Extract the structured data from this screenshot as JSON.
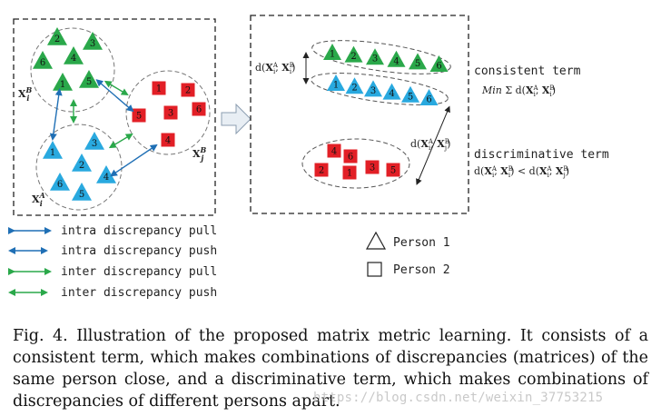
{
  "colors": {
    "triangle": "#29a9df",
    "triangle_green": "#2aa84a",
    "square": "#e21f26",
    "push_blue": "#1f6fb5",
    "pull_green": "#2aa84a"
  },
  "left_panel": {
    "label_B": "X",
    "label_B_sup": "B",
    "label_B_sub": "i",
    "label_A": "X",
    "label_A_sup": "A",
    "label_A_sub": "i",
    "label_jB": "X",
    "label_jB_sup": "B",
    "label_jB_sub": "j",
    "green_triangles": [
      "2",
      "3",
      "6",
      "4",
      "1",
      "5"
    ],
    "blue_triangles": [
      "1",
      "3",
      "2",
      "6",
      "4",
      "5"
    ],
    "red_squares": [
      "1",
      "2",
      "3",
      "6",
      "5",
      "4"
    ]
  },
  "right_panel": {
    "distance_label_top": "d(X_i^A, X_i^B)",
    "distance_label_bottom": "d(X_i^A, X_j^B)",
    "consistent_term": "consistent term",
    "consistent_formula": "Min Σ d(X_i^A, X_i^B)",
    "discriminative_term": "discriminative term",
    "discriminative_formula": "d(X_i^A, X_i^B) < d(X_i^A, X_j^B)",
    "green_row": [
      "1",
      "2",
      "3",
      "4",
      "5",
      "6"
    ],
    "blue_row": [
      "1",
      "2",
      "3",
      "4",
      "5",
      "6"
    ],
    "red_top": [
      "4",
      "6"
    ],
    "red_bottom": [
      "2",
      "1",
      "3",
      "5"
    ]
  },
  "legend": [
    {
      "label": "intra discrepancy pull",
      "color": "#1f6fb5",
      "kind": "pull"
    },
    {
      "label": "intra discrepancy push",
      "color": "#1f6fb5",
      "kind": "push"
    },
    {
      "label": "inter discrepancy pull",
      "color": "#2aa84a",
      "kind": "pull"
    },
    {
      "label": "inter discrepancy push",
      "color": "#2aa84a",
      "kind": "push"
    }
  ],
  "person_legend": [
    {
      "label": "Person 1",
      "shape": "triangle-icon"
    },
    {
      "label": "Person 2",
      "shape": "square-icon"
    }
  ],
  "caption": "Fig. 4.   Illustration of the proposed matrix metric learning. It consists of a consistent term, which makes combinations of discrepancies (matrices) of the same person close, and a discriminative term, which makes combinations of discrepancies of different persons apart.",
  "watermark": "https://blog.csdn.net/weixin_37753215"
}
